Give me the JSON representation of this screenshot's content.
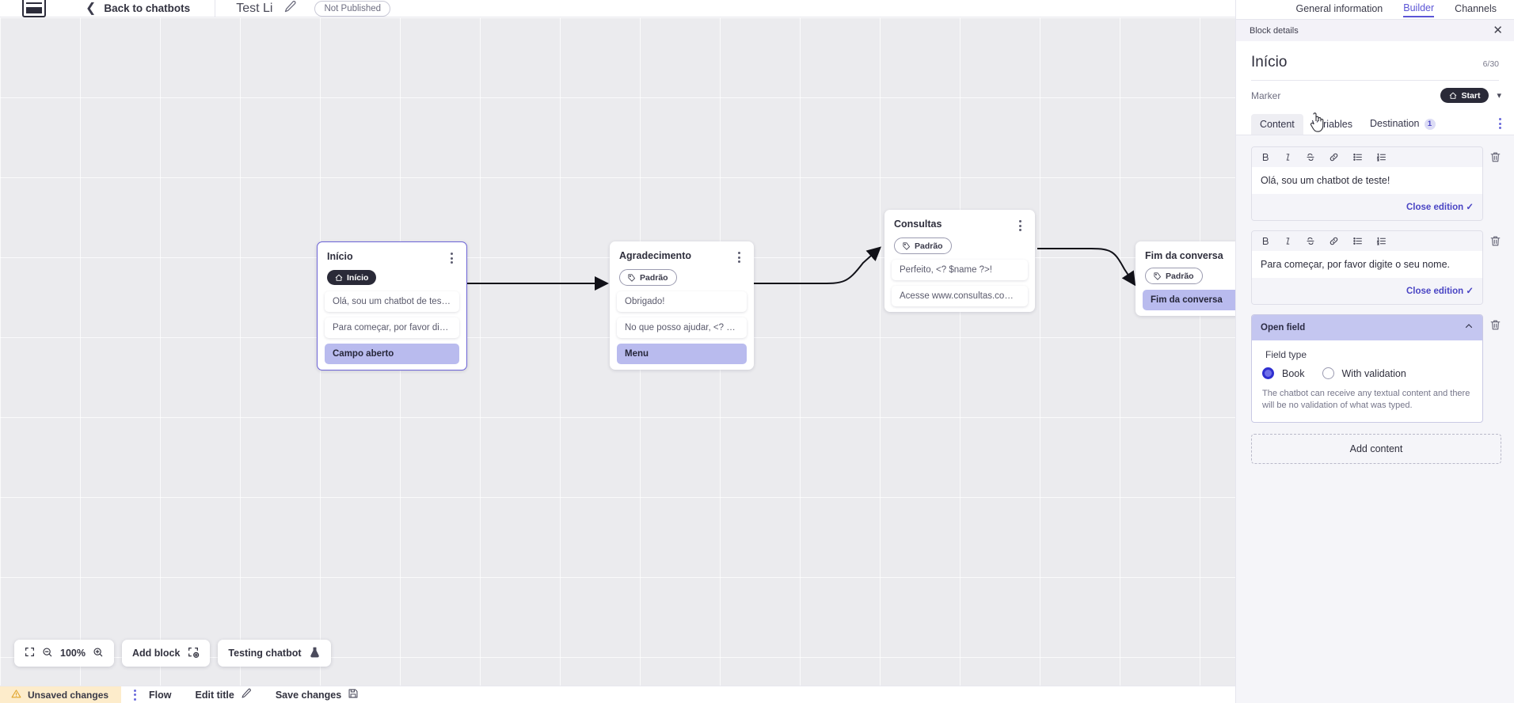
{
  "topbar": {
    "logo_name": "app-logo",
    "back_label": "Back to chatbots",
    "bot_title": "Test Li",
    "status_badge": "Not Published",
    "edit_icon": "pencil-icon"
  },
  "tabs": [
    {
      "label": "General information",
      "active": false
    },
    {
      "label": "Builder",
      "active": true
    },
    {
      "label": "Channels",
      "active": false
    }
  ],
  "canvas": {
    "nodes": [
      {
        "title": "Início",
        "chip": "Início",
        "chip_style": "dark",
        "chip_icon": "home-icon",
        "selected": true,
        "rows": [
          {
            "text": "Olá, sou um chatbot de teste!",
            "accent": false
          },
          {
            "text": "Para começar, por favor digite o ...",
            "accent": false
          },
          {
            "text": "Campo aberto",
            "accent": true
          }
        ]
      },
      {
        "title": "Agradecimento",
        "chip": "Padrão",
        "chip_style": "outline",
        "chip_icon": "tag-icon",
        "selected": false,
        "rows": [
          {
            "text": "Obrigado!",
            "accent": false
          },
          {
            "text": "No que posso ajudar, <? $name ...",
            "accent": false
          },
          {
            "text": "Menu",
            "accent": true
          }
        ]
      },
      {
        "title": "Consultas",
        "chip": "Padrão",
        "chip_style": "outline",
        "chip_icon": "tag-icon",
        "selected": false,
        "rows": [
          {
            "text": "Perfeito, <? $name ?>!",
            "accent": false
          },
          {
            "text": "Acesse www.consultas.com par...",
            "accent": false
          }
        ]
      },
      {
        "title": "Fim da conversa",
        "chip": "Padrão",
        "chip_style": "outline",
        "chip_icon": "tag-icon",
        "selected": false,
        "rows": [
          {
            "text": "Fim da conversa",
            "accent": true
          }
        ]
      }
    ]
  },
  "float_toolbar": {
    "fit_icon": "fit-screen-icon",
    "zoom_out_icon": "zoom-out-icon",
    "zoom_level": "100%",
    "zoom_in_icon": "zoom-in-icon",
    "add_block_label": "Add block",
    "add_block_icon": "add-block-icon",
    "testing_label": "Testing chatbot",
    "testing_icon": "flask-icon"
  },
  "statusbar": {
    "unsaved_label": "Unsaved changes",
    "warning_icon": "warning-triangle-icon",
    "kebab_icon": "kebab-menu-icon",
    "flow_label": "Flow",
    "edit_title_label": "Edit title",
    "edit_title_icon": "pencil-icon",
    "save_label": "Save changes",
    "save_icon": "save-disk-icon"
  },
  "panel": {
    "block_details_label": "Block details",
    "close_icon": "close-icon",
    "title": "Início",
    "char_count": "6/30",
    "marker_label": "Marker",
    "marker_value": "Start",
    "marker_icon": "home-icon",
    "marker_caret": "chevron-down-icon",
    "tabs": [
      {
        "label": "Content",
        "active": true,
        "badge": null
      },
      {
        "label": "Variables",
        "active": false,
        "badge": null
      },
      {
        "label": "Destination",
        "active": false,
        "badge": "1"
      }
    ],
    "editors": [
      {
        "text": "Olá, sou um chatbot de teste!",
        "close_edition_label": "Close edition",
        "toolbar": [
          "bold-icon",
          "italic-icon",
          "strikethrough-icon",
          "link-icon",
          "bullet-list-icon",
          "numbered-list-icon"
        ],
        "delete_icon": "trash-icon"
      },
      {
        "text": "Para começar, por favor digite o seu nome.",
        "close_edition_label": "Close edition",
        "toolbar": [
          "bold-icon",
          "italic-icon",
          "strikethrough-icon",
          "link-icon",
          "bullet-list-icon",
          "numbered-list-icon"
        ],
        "delete_icon": "trash-icon"
      }
    ],
    "open_field": {
      "header": "Open field",
      "collapse_icon": "chevron-up-icon",
      "delete_icon": "trash-icon",
      "field_type_label": "Field type",
      "options": [
        {
          "label": "Book",
          "selected": true
        },
        {
          "label": "With validation",
          "selected": false
        }
      ],
      "description": "The chatbot can receive any textual content and there will be no validation of what was typed."
    },
    "add_content_label": "Add content"
  },
  "colors": {
    "accent": "#5b55d6",
    "chip_dark": "#2a2a38",
    "row_accent": "#b9bbee",
    "unsaved_bg": "#fdeccb",
    "canvas_bg": "#ebebee"
  }
}
